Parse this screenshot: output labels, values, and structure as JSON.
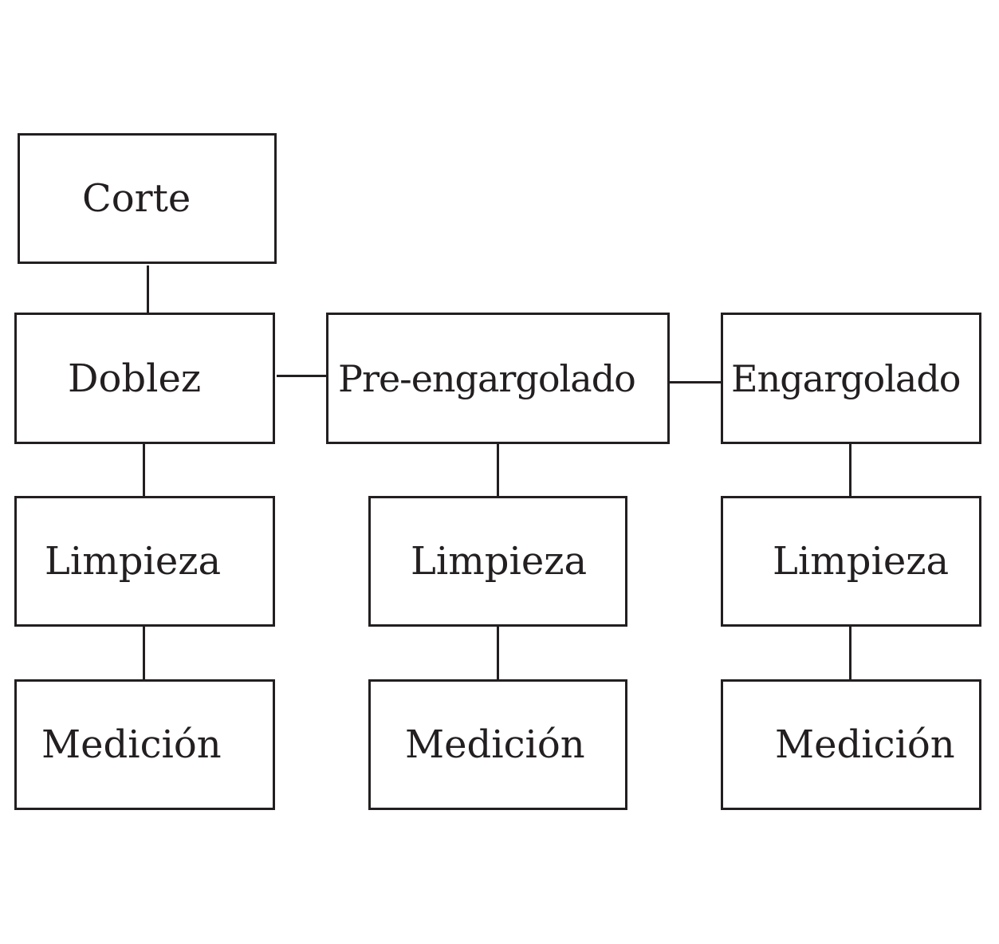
{
  "colors": {
    "line": "#231f20",
    "background": "#ffffff"
  },
  "boxes": {
    "corte": "Corte",
    "doblez": "Doblez",
    "pre_engargolado": "Pre-engargolado",
    "engargolado": "Engargolado",
    "limpieza_1": "Limpieza",
    "limpieza_2": "Limpieza",
    "limpieza_3": "Limpieza",
    "medicion_1": "Medición",
    "medicion_2": "Medición",
    "medicion_3": "Medición"
  }
}
